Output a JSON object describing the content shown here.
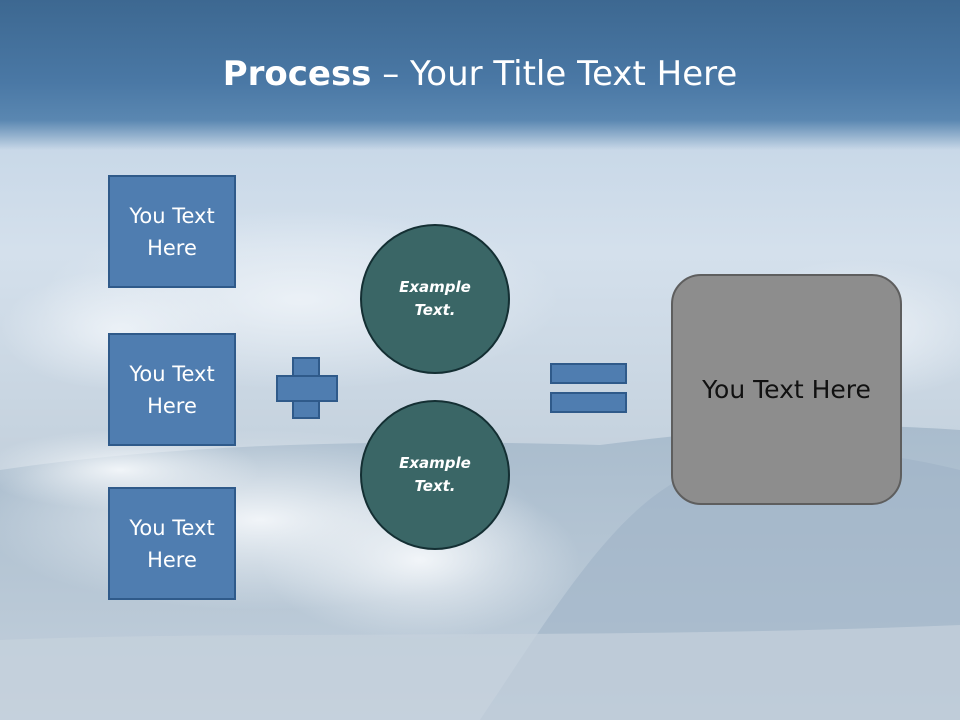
{
  "slide": {
    "title_bold": "Process",
    "title_rest": " – Your Title Text Here"
  },
  "left_boxes": [
    {
      "label": "You Text Here"
    },
    {
      "label": "You Text Here"
    },
    {
      "label": "You Text Here"
    }
  ],
  "circles": [
    {
      "label": "Example Text."
    },
    {
      "label": "Example Text."
    }
  ],
  "result_box": {
    "label": "You Text Here"
  },
  "colors": {
    "title_band": "#4a78a5",
    "box_fill": "#4f7db0",
    "circle_fill": "#3a6666",
    "result_fill": "#8d8d8d"
  },
  "icons": {
    "plus": "plus-sign",
    "equals": "equals-sign"
  }
}
